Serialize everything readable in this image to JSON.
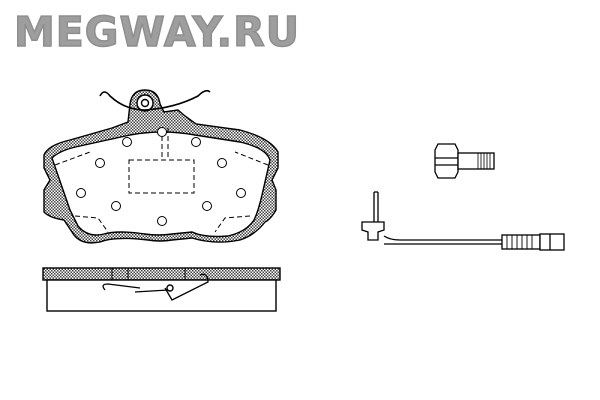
{
  "watermark": {
    "text": "MEGWAY.RU"
  },
  "drawing": {
    "parts": [
      "brake-pad-front-view",
      "brake-pad-side-view",
      "bolt",
      "wear-sensor"
    ],
    "colors": {
      "line": "#000000",
      "hatch": "#555555",
      "watermark": "#999999"
    }
  }
}
